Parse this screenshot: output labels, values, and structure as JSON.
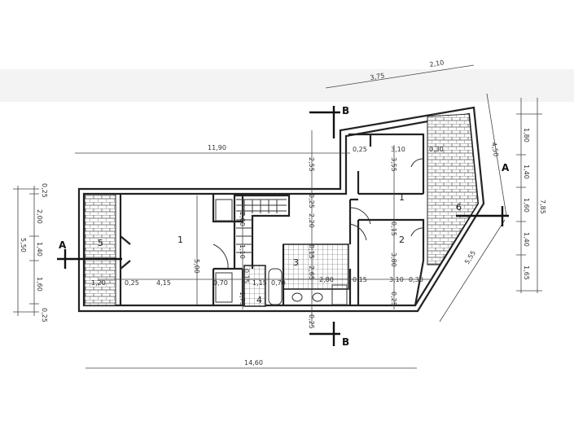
{
  "section_labels": {
    "a_left": "A",
    "a_right": "A",
    "b_top": "B",
    "b_bottom": "B"
  },
  "rooms": {
    "r5": "5",
    "r1_left": "1",
    "r4": "4",
    "r3": "3",
    "r1_right": "1",
    "r2": "2",
    "r6": "6"
  },
  "dimensions": {
    "top_total": "11,90",
    "bottom_total": "14,60",
    "left_total": "5,50",
    "left_segments": [
      "0,25",
      "2,00",
      "1,40",
      "1,60",
      "0,25"
    ],
    "right_total": "7,85",
    "right_segments": [
      "1,80",
      "1,40",
      "1,60",
      "1,40",
      "1,65"
    ],
    "diag_top": [
      "3,75",
      "2,10"
    ],
    "diag_right": "4,50",
    "diag_bottom": "5,55",
    "upper_row": [
      "0,25",
      "3,10",
      "0,30"
    ],
    "lower_row": [
      "1,20",
      "0,25",
      "4,15",
      "0,70",
      "0,15",
      "1,15",
      "0,70",
      "2,80",
      "0,15",
      "3,10",
      "0,30"
    ],
    "center_col": [
      "2,55",
      "0,25",
      "2,20",
      "0,15",
      "2,65",
      "0,25"
    ],
    "right_col": [
      "3,55",
      "0,15",
      "3,80",
      "0,25"
    ],
    "stair_col": [
      "2,00",
      "1,10",
      "1,75"
    ],
    "room1_depth": "5,00"
  }
}
